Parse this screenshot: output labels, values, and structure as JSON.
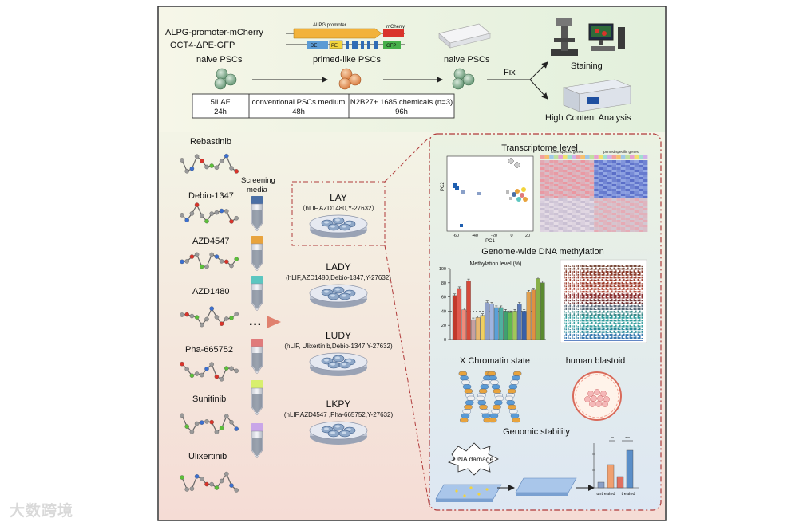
{
  "top": {
    "construct1": "ALPG-promoter-mCherry",
    "construct2": "OCT4-ΔPE-GFP",
    "plasmid_alpg": "ALPG promoter",
    "plasmid_mcherry": "mCherry",
    "plasmid_de": "DE",
    "plasmid_pe": "PE",
    "plasmid_gfp": "GFP",
    "stage1": "naive PSCs",
    "stage2": "primed-like PSCs",
    "stage3": "naive PSCs",
    "fix": "Fix",
    "staining": "Staining",
    "hca": "High Content Analysis",
    "cond1_line1": "5iLAF",
    "cond1_line2": "24h",
    "cond2_line1": "conventional PSCs medium",
    "cond2_line2": "48h",
    "cond3_line1": "N2B27+ 1685 chemicals (n=3)",
    "cond3_line2": "96h"
  },
  "compounds": [
    "Rebastinib",
    "Debio-1347",
    "AZD4547",
    "AZD1480",
    "Pha-665752",
    "Sunitinib",
    "Ulixertinib"
  ],
  "screening": {
    "line1": "Screening",
    "line2": "media"
  },
  "tube_colors": [
    "#4a6fa5",
    "#e8a33d",
    "#5cc6c0",
    "#e07b7b",
    "#d8ef6e",
    "#c9a6e8"
  ],
  "dots": "···",
  "media": [
    {
      "name": "LAY",
      "desc": "（hLIF,AZD1480,Y-27632）"
    },
    {
      "name": "LADY",
      "desc": "(hLIF,AZD1480,Debio-1347,Y-27632)"
    },
    {
      "name": "LUDY",
      "desc": "(hLIF, Ulixertinib,Debio-1347,Y-27632)"
    },
    {
      "name": "LKPY",
      "desc": "(hLIF,AZD4547 ,Pha-665752,Y-27632)"
    }
  ],
  "right": {
    "transcriptome": "Transcriptome level",
    "pc1": "PC1",
    "pc2": "PC2",
    "pca_ticks": [
      "-60",
      "-40",
      "-20",
      "0",
      "20"
    ],
    "naive_genes": "naive specific genes",
    "primed_genes": "primed specific genes",
    "methylation": "Genome-wide DNA methylation",
    "methylation_level": "Methylation level (%)",
    "meth_ticks": [
      "0",
      "20",
      "40",
      "60",
      "80",
      "100"
    ],
    "xchrom": "X Chromatin state",
    "blastoid": "human blastoid",
    "genomic": "Genomic stability",
    "dna_damage": "DNA damage",
    "untreated": "untreated",
    "treated": "treated",
    "sig1": "**",
    "sig2": "***"
  },
  "chart_data": {
    "type": "bar",
    "ylim": [
      0,
      100
    ],
    "values": [
      62,
      72,
      42,
      83,
      28,
      31,
      34,
      52,
      50,
      45,
      45,
      40,
      38,
      40,
      50,
      40,
      67,
      70,
      86,
      80
    ],
    "colors": [
      "#c0392b",
      "#e05a4e",
      "#f08a7a",
      "#d64a3a",
      "#c8a0a0",
      "#e8b870",
      "#f0d060",
      "#8fa0c8",
      "#a0b4e0",
      "#5aa0d8",
      "#50b0a0",
      "#40a070",
      "#60b850",
      "#a0c858",
      "#5878b8",
      "#3860a8",
      "#e0a050",
      "#e09040",
      "#88b048",
      "#5a8a30"
    ]
  },
  "watermark": "大数跨境"
}
